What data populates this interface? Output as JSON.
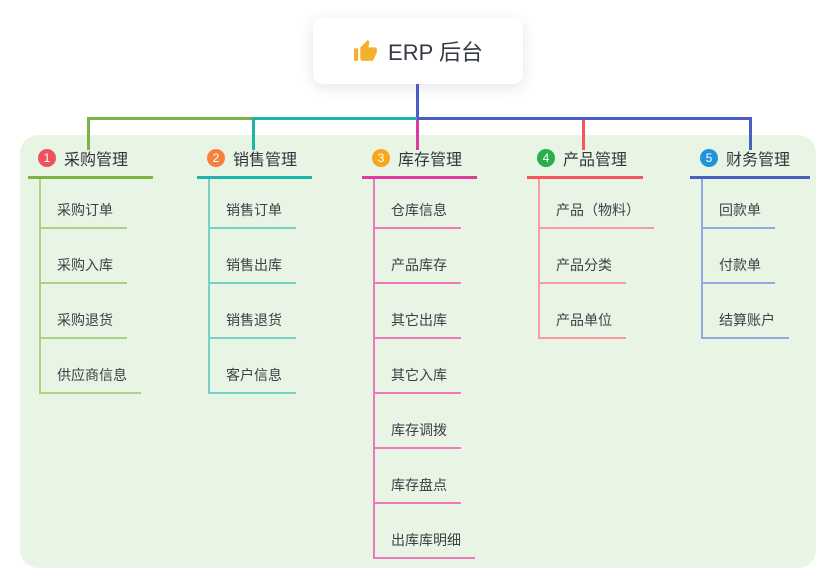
{
  "root": {
    "icon": "thumbs-up",
    "label": "ERP 后台",
    "connector_color": "#4a5ec4",
    "icon_color": "#f2b12e"
  },
  "panel": {
    "background": "#e9f5e4"
  },
  "branches": [
    {
      "number": "1",
      "label": "采购管理",
      "colors": {
        "badge": "#f0525f",
        "line": "#7cb342",
        "child_line": "#abd381"
      },
      "children": [
        "采购订单",
        "采购入库",
        "采购退货",
        "供应商信息"
      ]
    },
    {
      "number": "2",
      "label": "销售管理",
      "colors": {
        "badge": "#f5823c",
        "line": "#1db5aa",
        "child_line": "#79d0c8"
      },
      "children": [
        "销售订单",
        "销售出库",
        "销售退货",
        "客户信息"
      ]
    },
    {
      "number": "3",
      "label": "库存管理",
      "colors": {
        "badge": "#f9a61f",
        "line": "#df3a9d",
        "child_line": "#f077bc"
      },
      "children": [
        "仓库信息",
        "产品库存",
        "其它出库",
        "其它入库",
        "库存调拨",
        "库存盘点",
        "出库库明细"
      ]
    },
    {
      "number": "4",
      "label": "产品管理",
      "colors": {
        "badge": "#29b04a",
        "line": "#f5555e",
        "child_line": "#f89ca1"
      },
      "children": [
        "产品（物料）",
        "产品分类",
        "产品单位"
      ]
    },
    {
      "number": "5",
      "label": "财务管理",
      "colors": {
        "badge": "#2193dd",
        "line": "#4a5ec4",
        "child_line": "#93a8e0"
      },
      "children": [
        "回款单",
        "付款单",
        "结算账户"
      ]
    }
  ]
}
